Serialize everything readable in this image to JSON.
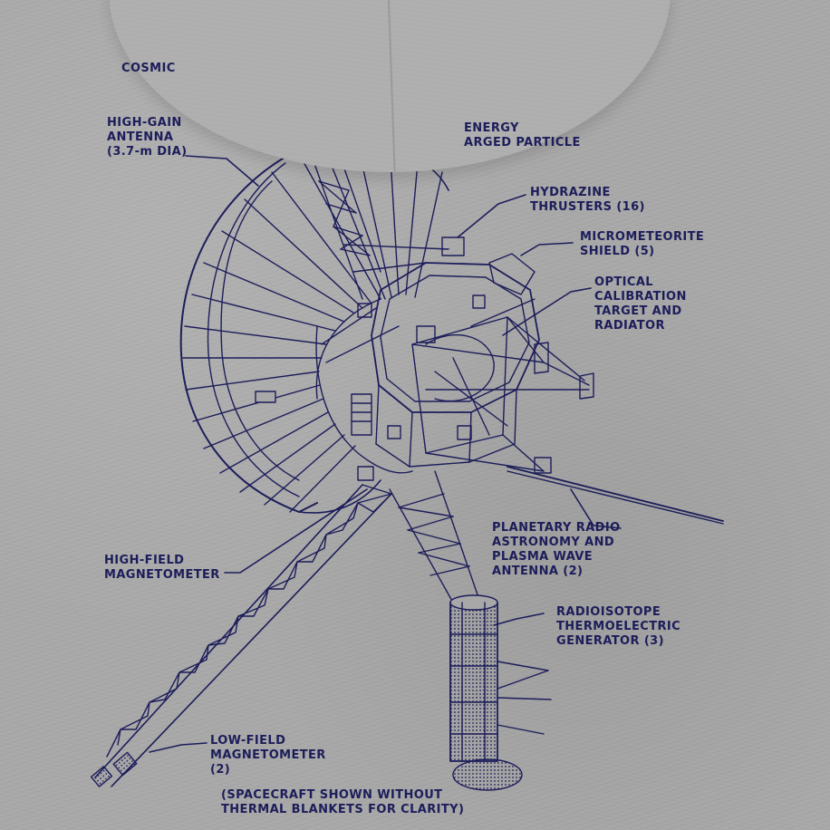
{
  "diagram": {
    "ink_color": "#1c1d5a",
    "background_color": "#a8a8a8",
    "labels": {
      "cosmic": "COSMIC",
      "charged_particle": "ENERGY\nARGED PARTICLE",
      "high_gain_antenna": "HIGH-GAIN\nANTENNA\n(3.7-m DIA)",
      "hydrazine_thrusters": "HYDRAZINE\nTHRUSTERS (16)",
      "micrometeorite_shield": "MICROMETEORITE\nSHIELD (5)",
      "optical_calibration": "OPTICAL\nCALIBRATION\nTARGET AND\nRADIATOR",
      "planetary_radio": "PLANETARY RADIO\nASTRONOMY AND\nPLASMA WAVE\nANTENNA (2)",
      "radioisotope": "RADIOISOTOPE\nTHERMOELECTRIC\nGENERATOR (3)",
      "high_field_magnetometer": "HIGH-FIELD\nMAGNETOMETER",
      "low_field_magnetometer": "LOW-FIELD\nMAGNETOMETER\n(2)",
      "caption": "(SPACECRAFT SHOWN WITHOUT\nTHERMAL BLANKETS FOR CLARITY)"
    }
  }
}
